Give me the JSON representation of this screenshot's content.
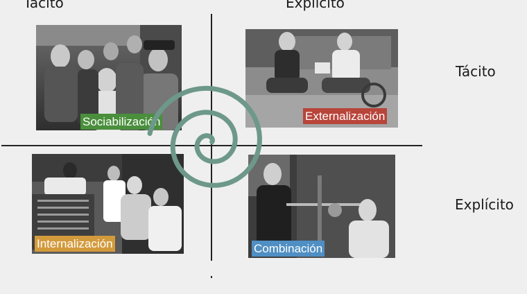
{
  "axis_labels": {
    "top_left": "Tácito",
    "top_center": "Explícito",
    "right_top": "Tácito",
    "right_bottom": "Explícito"
  },
  "quadrants": {
    "top_left": {
      "label": "Sociabilización",
      "color": "#4a8f3c"
    },
    "top_right": {
      "label": "Externalización",
      "color": "#b8443a"
    },
    "bottom_left": {
      "label": "Internalización",
      "color": "#d39a3c"
    },
    "bottom_right": {
      "label": "Combinación",
      "color": "#4f8fc3"
    }
  },
  "spiral_color": "#6d988a"
}
